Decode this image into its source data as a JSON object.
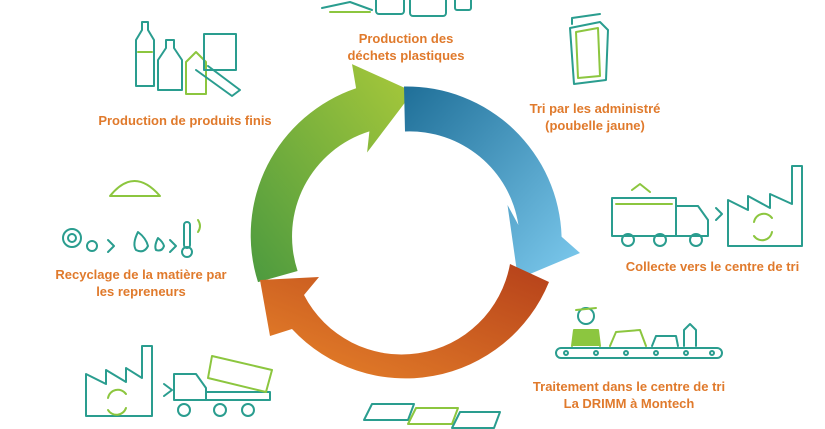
{
  "colors": {
    "label": "#e07a2c",
    "icon_line": "#2a9d8f",
    "icon_accent": "#8cc63f",
    "arrow_green_a": "#9cc33b",
    "arrow_green_b": "#4c9a3f",
    "arrow_blue_a": "#1f6f98",
    "arrow_blue_b": "#6fc1ea",
    "arrow_orange_a": "#e0761f",
    "arrow_orange_b": "#b5401a"
  },
  "steps": [
    {
      "line1": "Production des",
      "line2": "déchets plastiques",
      "icon": "plastic-waste-pile-icon"
    },
    {
      "line1": "Tri par les administré",
      "line2": "(poubelle jaune)",
      "icon": "recycling-bin-icon"
    },
    {
      "line1": "Collecte vers le centre de tri",
      "line2": "",
      "icon": "truck-to-sorting-center-icon"
    },
    {
      "line1": "Traitement dans le centre de tri",
      "line2": "La DRIMM à Montech",
      "icon": "sorting-conveyor-worker-icon"
    },
    {
      "line1": "",
      "line2": "",
      "icon": "plastic-bales-icon"
    },
    {
      "line1": "",
      "line2": "",
      "icon": "truck-to-recycler-factory-icon"
    },
    {
      "line1": "Recyclage de la matière par",
      "line2": "les repreneurs",
      "icon": "recycling-process-icon"
    },
    {
      "line1": "Production de produits finis",
      "line2": "",
      "icon": "finished-products-icon"
    }
  ]
}
